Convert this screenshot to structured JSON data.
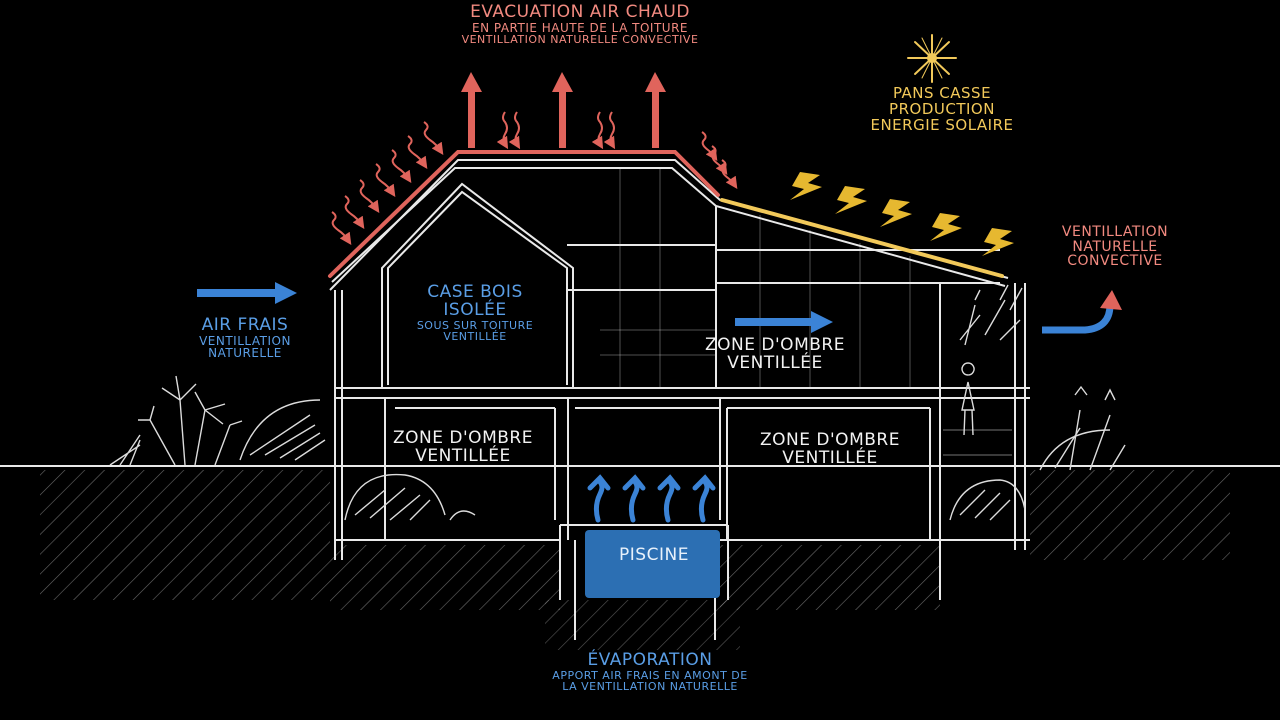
{
  "colors": {
    "hot": "#e0645c",
    "hot_text": "#f28a80",
    "solar": "#f2c95a",
    "cool": "#3b83d6",
    "chalk": "#e9e9e9",
    "pool": "#2c6fb3",
    "background": "#000000"
  },
  "labels": {
    "hot_air": {
      "line1": "EVACUATION AIR CHAUD",
      "line2": "EN PARTIE HAUTE DE LA TOITURE",
      "line3": "VENTILLATION NATURELLE CONVECTIVE"
    },
    "solar": {
      "line1": "PANS CASSE",
      "line2": "PRODUCTION",
      "line3": "ENERGIE SOLAIRE"
    },
    "vent_right": {
      "line1": "VENTILLATION",
      "line2": "NATURELLE",
      "line3": "CONVECTIVE"
    },
    "fresh_air": {
      "line1": "AIR FRAIS",
      "line2": "VENTILLATION",
      "line3": "NATURELLE"
    },
    "case_bois": {
      "line1": "CASE BOIS",
      "line2": "ISOLÉE",
      "line3": "SOUS SUR TOITURE",
      "line4": "VENTILLÉE"
    },
    "zone_upper_right": {
      "line1": "ZONE D'OMBRE",
      "line2": "VENTILLÉE"
    },
    "zone_lower_left": {
      "line1": "ZONE D'OMBRE",
      "line2": "VENTILLÉE"
    },
    "zone_lower_right": {
      "line1": "ZONE D'OMBRE",
      "line2": "VENTILLÉE"
    },
    "piscine": "PISCINE",
    "evaporation": {
      "line1": "ÉVAPORATION",
      "line2": "APPORT AIR FRAIS EN AMONT DE",
      "line3": "LA VENTILLATION NATURELLE"
    }
  },
  "icons": {
    "sun": "sun-icon",
    "lightning": "lightning-icon",
    "heat_wave": "heat-wave-icon",
    "arrow_up": "arrow-up-icon",
    "arrow_right": "arrow-right-icon"
  }
}
